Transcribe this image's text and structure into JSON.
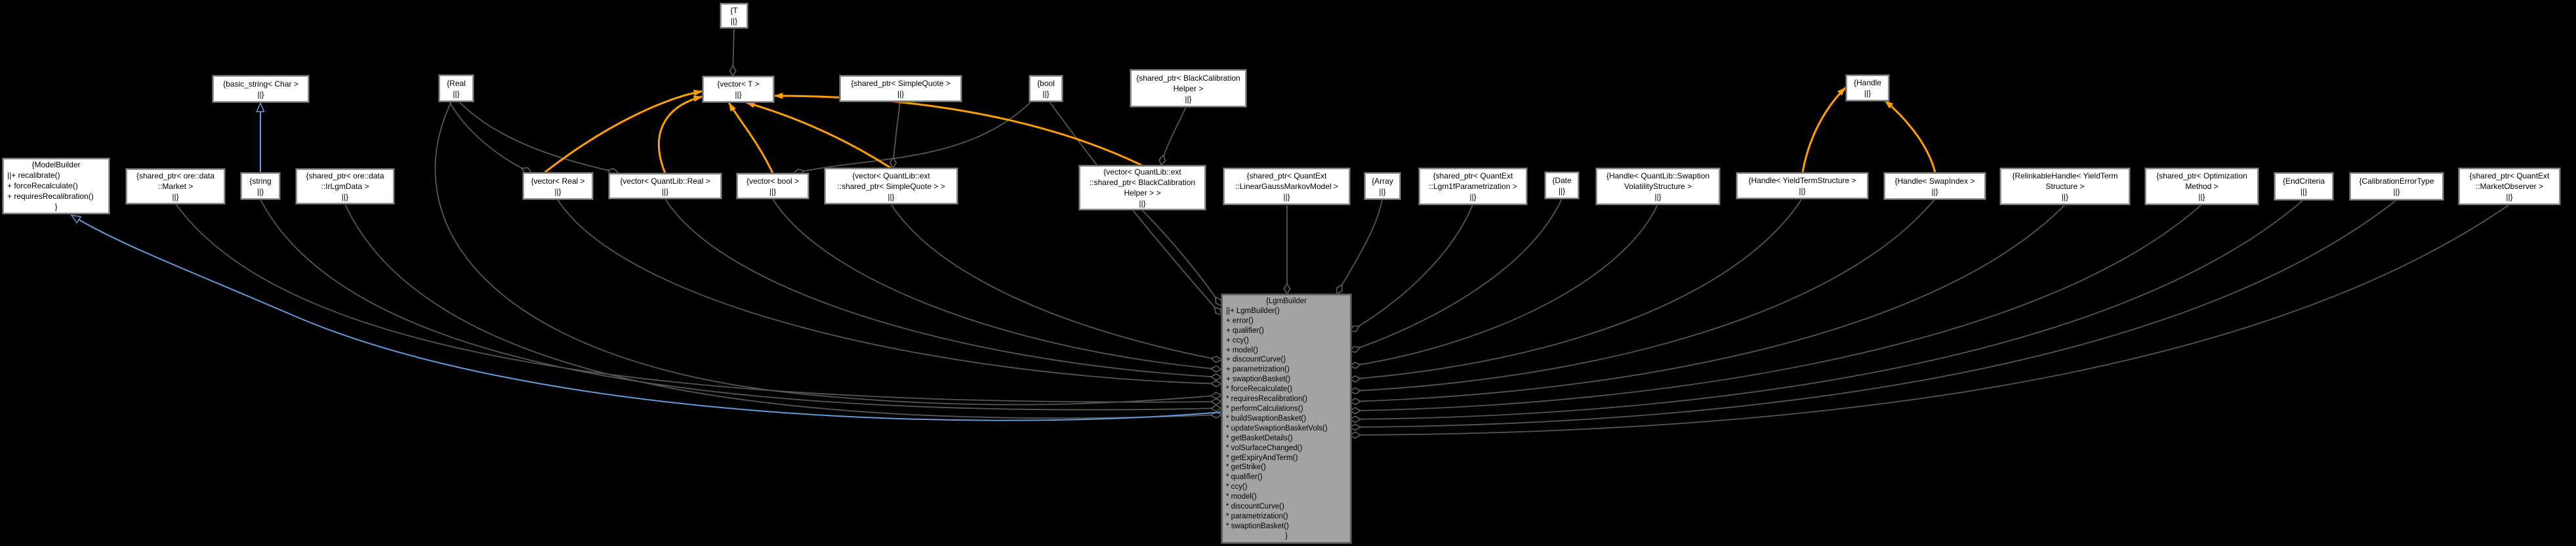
{
  "diagram": {
    "title": "LgmBuilder collaboration graph",
    "colors": {
      "background": "#000000",
      "usage_edge": "#565656",
      "template_edge": "#ffa000",
      "inheritance_edge": "#649bd8",
      "node_background": "#ffffff",
      "node_border": "#8f8f8f",
      "central_background": "#a3a3a3",
      "central_border": "#606060"
    },
    "nodes": [
      {
        "id": "model-builder",
        "kind": "class",
        "lines": [
          "{ModelBuilder",
          "||+ recalibrate()",
          "+ forceRecalculate()",
          "+ requiresRecalibration()",
          "}"
        ]
      },
      {
        "id": "basic-string",
        "kind": "type",
        "lines": [
          "{basic_string< Char >",
          "||}"
        ]
      },
      {
        "id": "t",
        "kind": "type",
        "lines": [
          "{T",
          "||}"
        ]
      },
      {
        "id": "real",
        "kind": "type",
        "lines": [
          "{Real",
          "||}"
        ]
      },
      {
        "id": "vector-t",
        "kind": "type",
        "lines": [
          "{vector< T >",
          "||}"
        ]
      },
      {
        "id": "market",
        "kind": "type",
        "lines": [
          "{shared_ptr< ore::data",
          "::Market >",
          "||}"
        ]
      },
      {
        "id": "string",
        "kind": "type",
        "lines": [
          "{string",
          "||}"
        ]
      },
      {
        "id": "ir-lgm-data",
        "kind": "type",
        "lines": [
          "{shared_ptr< ore::data",
          "::IrLgmData >",
          "||}"
        ]
      },
      {
        "id": "vector-real",
        "kind": "type",
        "lines": [
          "{vector< Real >",
          "||}"
        ]
      },
      {
        "id": "vector-ql-real",
        "kind": "type",
        "lines": [
          "{vector< QuantLib::Real >",
          "||}"
        ]
      },
      {
        "id": "vector-bool",
        "kind": "type",
        "lines": [
          "{vector< bool >",
          "||}"
        ]
      },
      {
        "id": "shared-simplequote",
        "kind": "type",
        "lines": [
          "{shared_ptr< SimpleQuote >",
          "||}"
        ]
      },
      {
        "id": "bool",
        "kind": "type",
        "lines": [
          "{bool",
          "||}"
        ]
      },
      {
        "id": "shared-bch",
        "kind": "type",
        "lines": [
          "{shared_ptr< BlackCalibration",
          "Helper >",
          "||}"
        ]
      },
      {
        "id": "vector-simplequote",
        "kind": "type",
        "lines": [
          "{vector< QuantLib::ext",
          "::shared_ptr< SimpleQuote > >",
          "||}"
        ]
      },
      {
        "id": "vector-bch",
        "kind": "type",
        "lines": [
          "{vector< QuantLib::ext",
          "::shared_ptr< BlackCalibration",
          "Helper > >",
          "||}"
        ]
      },
      {
        "id": "lgmm",
        "kind": "type",
        "lines": [
          "{shared_ptr< QuantExt",
          "::LinearGaussMarkovModel >",
          "||}"
        ]
      },
      {
        "id": "array",
        "kind": "type",
        "lines": [
          "{Array",
          "||}"
        ]
      },
      {
        "id": "lgm1f",
        "kind": "type",
        "lines": [
          "{shared_ptr< QuantExt",
          "::Lgm1fParametrization >",
          "||}"
        ]
      },
      {
        "id": "date",
        "kind": "type",
        "lines": [
          "{Date",
          "||}"
        ]
      },
      {
        "id": "handle",
        "kind": "type",
        "lines": [
          "{Handle",
          "||}"
        ]
      },
      {
        "id": "handle-swaption-vol",
        "kind": "type",
        "lines": [
          "{Handle< QuantLib::Swaption",
          "VolatilityStructure >",
          "||}"
        ]
      },
      {
        "id": "handle-yts",
        "kind": "type",
        "lines": [
          "{Handle< YieldTermStructure >",
          "||}"
        ]
      },
      {
        "id": "handle-swapindex",
        "kind": "type",
        "lines": [
          "{Handle< SwapIndex >",
          "||}"
        ]
      },
      {
        "id": "relinkable-handle",
        "kind": "type",
        "lines": [
          "{RelinkableHandle< YieldTerm",
          "Structure >",
          "||}"
        ]
      },
      {
        "id": "optimization",
        "kind": "type",
        "lines": [
          "{shared_ptr< Optimization",
          "Method >",
          "||}"
        ]
      },
      {
        "id": "end-criteria",
        "kind": "type",
        "lines": [
          "{EndCriteria",
          "||}"
        ]
      },
      {
        "id": "calibration-error",
        "kind": "type",
        "lines": [
          "{CalibrationErrorType",
          "||}"
        ]
      },
      {
        "id": "market-observer",
        "kind": "type",
        "lines": [
          "{shared_ptr< QuantExt",
          "::MarketObserver >",
          "||}"
        ]
      },
      {
        "id": "lgm-builder",
        "kind": "central",
        "lines": [
          "{LgmBuilder",
          "||+ LgmBuilder()",
          "+ error()",
          "+ qualifier()",
          "+ ccy()",
          "+ model()",
          "+ discountCurve()",
          "+ parametrization()",
          "+ swaptionBasket()",
          "* forceRecalculate()",
          "* requiresRecalibration()",
          "* performCalculations()",
          "* buildSwaptionBasket()",
          "* updateSwaptionBasketVols()",
          "* getBasketDetails()",
          "* volSurfaceChanged()",
          "* getExpiryAndTerm()",
          "* getStrike()",
          "* qualifier()",
          "* ccy()",
          "* model()",
          "* discountCurve()",
          "* parametrization()",
          "* swaptionBasket()",
          "}"
        ]
      }
    ],
    "edges": [
      {
        "from": "t",
        "to": "vector-t",
        "type": "aggregation"
      },
      {
        "from": "real",
        "to": "vector-real",
        "type": "aggregation"
      },
      {
        "from": "real",
        "to": "vector-ql-real",
        "type": "aggregation"
      },
      {
        "from": "real",
        "to": "lgm-builder",
        "type": "aggregation"
      },
      {
        "from": "market",
        "to": "lgm-builder",
        "type": "aggregation"
      },
      {
        "from": "string",
        "to": "lgm-builder",
        "type": "aggregation"
      },
      {
        "from": "ir-lgm-data",
        "to": "lgm-builder",
        "type": "aggregation"
      },
      {
        "from": "vector-real",
        "to": "lgm-builder",
        "type": "aggregation"
      },
      {
        "from": "vector-ql-real",
        "to": "lgm-builder",
        "type": "aggregation"
      },
      {
        "from": "vector-bool",
        "to": "lgm-builder",
        "type": "aggregation"
      },
      {
        "from": "vector-simplequote",
        "to": "lgm-builder",
        "type": "aggregation"
      },
      {
        "from": "vector-bch",
        "to": "lgm-builder",
        "type": "aggregation"
      },
      {
        "from": "bool",
        "to": "vector-bool",
        "type": "aggregation"
      },
      {
        "from": "bool",
        "to": "lgm-builder",
        "type": "aggregation"
      },
      {
        "from": "shared-simplequote",
        "to": "vector-simplequote",
        "type": "aggregation"
      },
      {
        "from": "shared-bch",
        "to": "vector-bch",
        "type": "aggregation"
      },
      {
        "from": "lgmm",
        "to": "lgm-builder",
        "type": "aggregation"
      },
      {
        "from": "array",
        "to": "lgm-builder",
        "type": "aggregation"
      },
      {
        "from": "lgm1f",
        "to": "lgm-builder",
        "type": "aggregation"
      },
      {
        "from": "date",
        "to": "lgm-builder",
        "type": "aggregation"
      },
      {
        "from": "handle-swaption-vol",
        "to": "lgm-builder",
        "type": "aggregation"
      },
      {
        "from": "handle-yts",
        "to": "lgm-builder",
        "type": "aggregation"
      },
      {
        "from": "handle-swapindex",
        "to": "lgm-builder",
        "type": "aggregation"
      },
      {
        "from": "relinkable-handle",
        "to": "lgm-builder",
        "type": "aggregation"
      },
      {
        "from": "optimization",
        "to": "lgm-builder",
        "type": "aggregation"
      },
      {
        "from": "end-criteria",
        "to": "lgm-builder",
        "type": "aggregation"
      },
      {
        "from": "calibration-error",
        "to": "lgm-builder",
        "type": "aggregation"
      },
      {
        "from": "market-observer",
        "to": "lgm-builder",
        "type": "aggregation"
      },
      {
        "from": "vector-real",
        "to": "vector-t",
        "type": "template"
      },
      {
        "from": "vector-ql-real",
        "to": "vector-t",
        "type": "template"
      },
      {
        "from": "vector-bool",
        "to": "vector-t",
        "type": "template"
      },
      {
        "from": "vector-simplequote",
        "to": "vector-t",
        "type": "template"
      },
      {
        "from": "vector-bch",
        "to": "vector-t",
        "type": "template"
      },
      {
        "from": "handle-yts",
        "to": "handle",
        "type": "template"
      },
      {
        "from": "handle-swapindex",
        "to": "handle",
        "type": "template"
      },
      {
        "from": "string",
        "to": "basic-string",
        "type": "inheritance"
      },
      {
        "from": "lgm-builder",
        "to": "model-builder",
        "type": "inheritance"
      }
    ]
  }
}
